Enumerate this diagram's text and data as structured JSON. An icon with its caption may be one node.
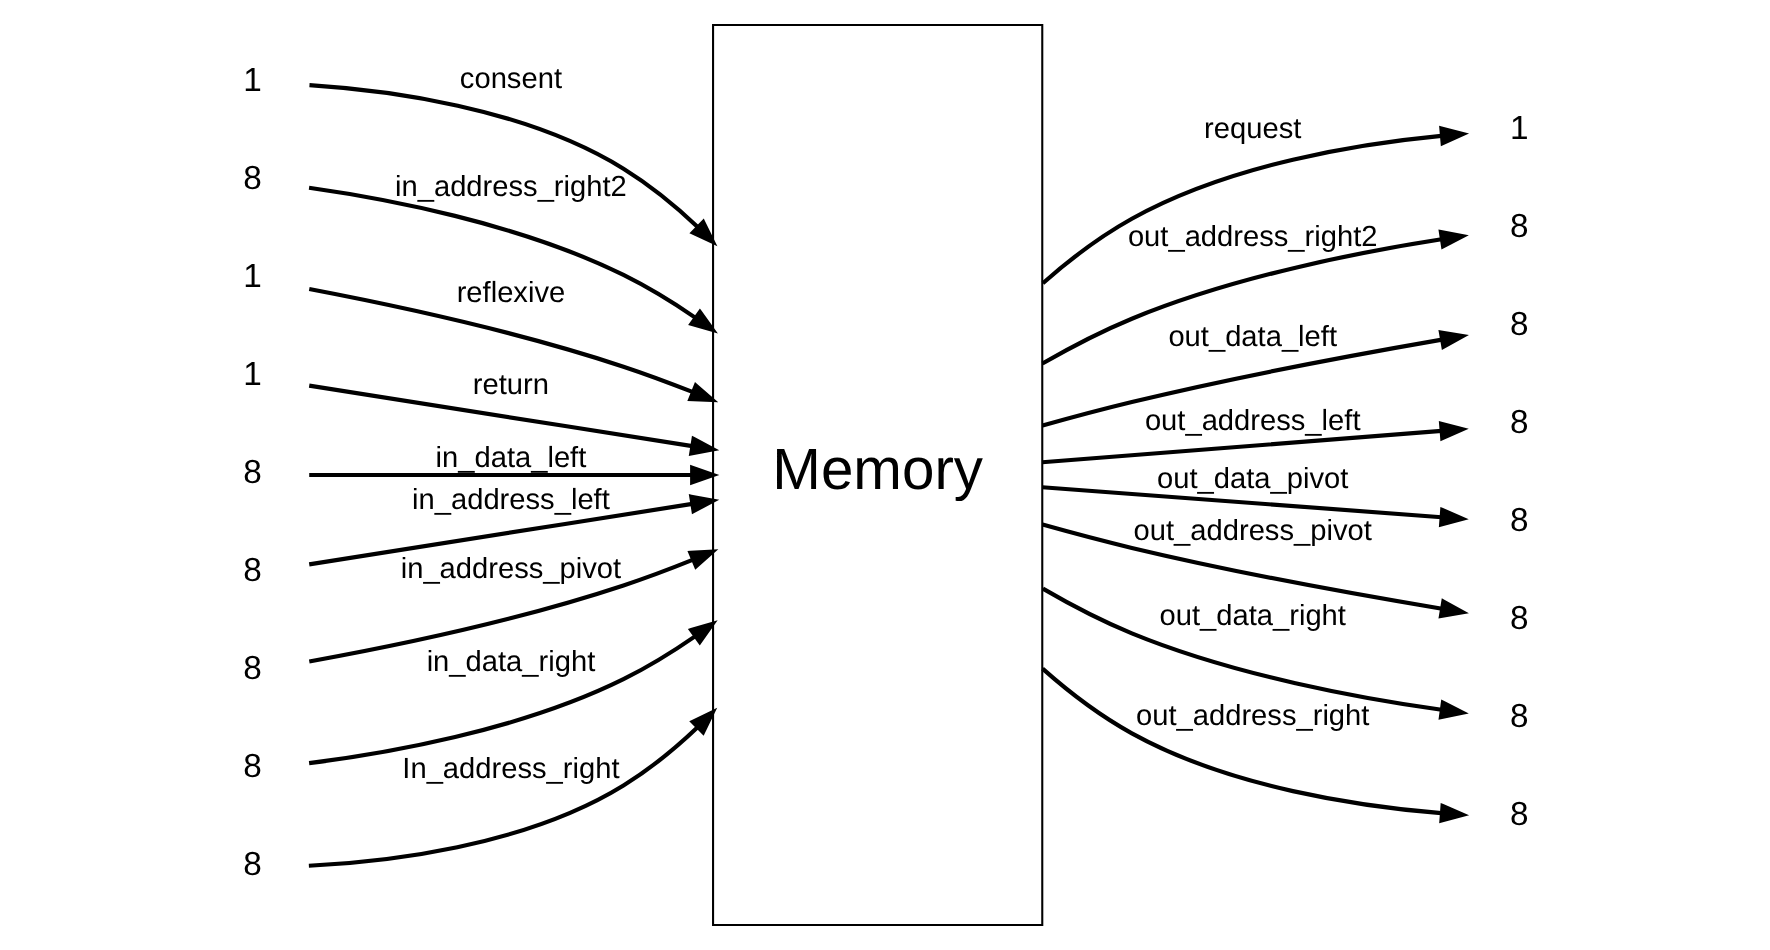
{
  "diagram": {
    "nodes": [
      {
        "text": [
          "Memory"
        ]
      },
      {
        "text": [
          "1"
        ]
      },
      {
        "text": [
          "8"
        ]
      },
      {
        "text": [
          "1"
        ]
      },
      {
        "text": [
          "1"
        ]
      },
      {
        "text": [
          "8"
        ]
      },
      {
        "text": [
          "8"
        ]
      },
      {
        "text": [
          "8"
        ]
      },
      {
        "text": [
          "8"
        ]
      },
      {
        "text": [
          "8"
        ]
      },
      {
        "text": [
          "1"
        ]
      },
      {
        "text": [
          "8"
        ]
      },
      {
        "text": [
          "8"
        ]
      },
      {
        "text": [
          "8"
        ]
      },
      {
        "text": [
          "8"
        ]
      },
      {
        "text": [
          "8"
        ]
      },
      {
        "text": [
          "8"
        ]
      },
      {
        "text": [
          "8"
        ]
      }
    ],
    "edges": [
      {
        "from": 1,
        "to": 0,
        "arrow": "to",
        "label": "consent"
      },
      {
        "from": 2,
        "to": 0,
        "arrow": "to",
        "label": "in_address_right2"
      },
      {
        "from": 3,
        "to": 0,
        "arrow": "to",
        "label": "reflexive"
      },
      {
        "from": 4,
        "to": 0,
        "arrow": "to",
        "label": "return"
      },
      {
        "from": 5,
        "to": 0,
        "arrow": "to",
        "label": "in_data_left"
      },
      {
        "from": 6,
        "to": 0,
        "arrow": "to",
        "label": "in_address_left"
      },
      {
        "from": 7,
        "to": 0,
        "arrow": "to",
        "label": "in_address_pivot"
      },
      {
        "from": 8,
        "to": 0,
        "arrow": "to",
        "label": "in_data_right"
      },
      {
        "from": 9,
        "to": 0,
        "arrow": "to",
        "label": "In_address_right"
      },
      {
        "from": 0,
        "to": 10,
        "arrow": "to",
        "label": "request"
      },
      {
        "from": 0,
        "to": 11,
        "arrow": "to",
        "label": "out_address_right2"
      },
      {
        "from": 0,
        "to": 12,
        "arrow": "to",
        "label": "out_data_left"
      },
      {
        "from": 0,
        "to": 13,
        "arrow": "to",
        "label": "out_address_left"
      },
      {
        "from": 0,
        "to": 14,
        "arrow": "to",
        "label": "out_data_pivot"
      },
      {
        "from": 0,
        "to": 15,
        "arrow": "to",
        "label": "out_address_pivot"
      },
      {
        "from": 0,
        "to": 16,
        "arrow": "to",
        "label": "out_data_right"
      },
      {
        "from": 0,
        "to": 17,
        "arrow": "to",
        "label": "out_address_right"
      }
    ]
  }
}
